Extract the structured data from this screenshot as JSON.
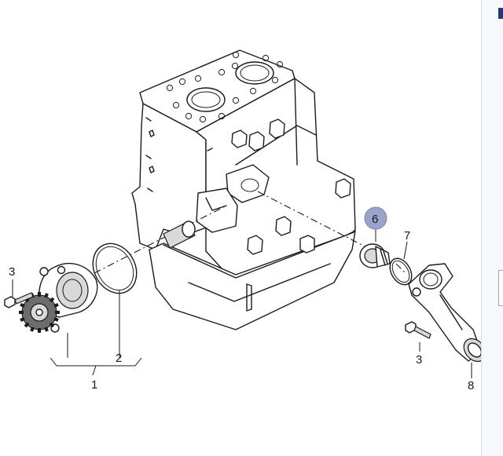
{
  "callouts": {
    "water_pump": "1",
    "pump_gasket": "2",
    "pump_bolt": "3",
    "flange_bolt": "3",
    "thermostat": "6",
    "thermostat_seal": "7",
    "coolant_flange": "8"
  },
  "colors": {
    "line": "#1a1a1a",
    "highlight": "#9aa3c9",
    "accent_bar": "#1f3d7a"
  }
}
